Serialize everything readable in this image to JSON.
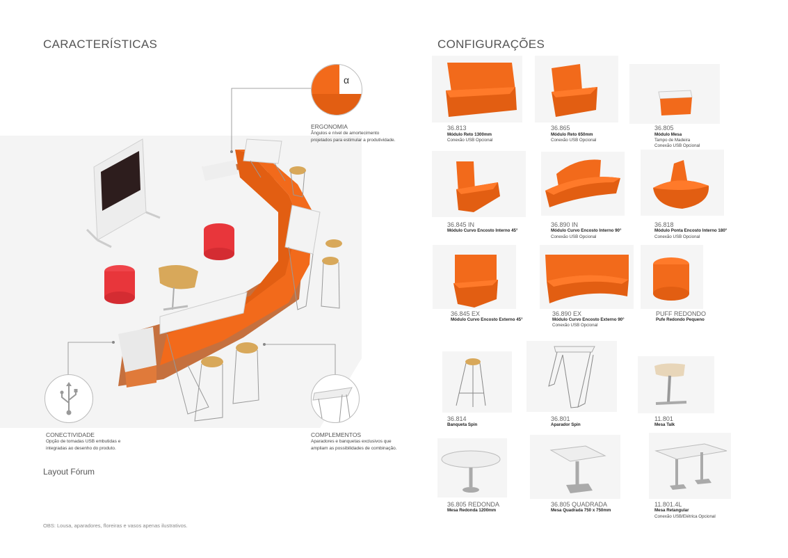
{
  "left": {
    "title": "CARACTERÍSTICAS",
    "ergonomia": {
      "title": "ERGONOMIA",
      "text": "Ângulos e nível de amortecimento projetados para estimular a produtividade.",
      "symbol": "α"
    },
    "conectividade": {
      "title": "CONECTIVIDADE",
      "text": "Opção de tomadas USB embutidas e integradas ao desenho do produto."
    },
    "complementos": {
      "title": "COMPLEMENTOS",
      "text": "Aparadores e banquetas exclusivos que ampliam as possibilidades de combinação."
    },
    "layout_label": "Layout Fórum",
    "obs": "OBS: Lousa, aparadores, floreiras e vasos apenas ilustrativos."
  },
  "right": {
    "title": "CONFIGURAÇÕES",
    "products": [
      {
        "code": "36.813",
        "name": "Módulo Reto 1300mm",
        "note": "Conexão USB Opcional",
        "icon": "straight-sofa-long-icon"
      },
      {
        "code": "36.865",
        "name": "Módulo Reto 650mm",
        "note": "Conexão USB Opcional",
        "icon": "straight-sofa-short-icon"
      },
      {
        "code": "36.805",
        "name": "Módulo Mesa",
        "note": "Tampo de Madeira\nConexão USB Opcional",
        "icon": "table-module-icon"
      },
      {
        "code": "36.845 IN",
        "name": "Módulo Curvo Encosto Interno 45°",
        "note": "",
        "icon": "curved-45-in-icon"
      },
      {
        "code": "36.890 IN",
        "name": "Módulo Curvo Encosto Interno 90°",
        "note": "Conexão USB Opcional",
        "icon": "curved-90-in-icon"
      },
      {
        "code": "36.818",
        "name": "Módulo Ponta Encosto Interno 180°",
        "note": "Conexão USB Opcional",
        "icon": "end-180-icon"
      },
      {
        "code": "36.845 EX",
        "name": "Módulo Curvo Encosto Externo 45°",
        "note": "",
        "icon": "curved-45-ex-icon"
      },
      {
        "code": "36.890 EX",
        "name": "Módulo Curvo Encosto Externo 90°",
        "note": "Conexão USB Opcional",
        "icon": "curved-90-ex-icon"
      },
      {
        "code": "PUFF REDONDO",
        "name": "Pufe Redondo Pequeno",
        "note": "",
        "icon": "round-puff-icon"
      },
      {
        "code": "36.814",
        "name": "Banqueta Spin",
        "note": "",
        "icon": "stool-icon"
      },
      {
        "code": "36.801",
        "name": "Aparador Spin",
        "note": "",
        "icon": "sideboard-icon"
      },
      {
        "code": "11.801",
        "name": "Mesa Talk",
        "note": "",
        "icon": "side-table-icon"
      },
      {
        "code": "36.805 REDONDA",
        "name": "Mesa Redonda 1200mm",
        "note": "",
        "icon": "round-table-icon"
      },
      {
        "code": "36.805 QUADRADA",
        "name": "Mesa Quadrada 750 x 750mm",
        "note": "",
        "icon": "square-table-icon"
      },
      {
        "code": "11.801.4L",
        "name": "Mesa Retangular",
        "note": "Conexão USB/Elétrica Opcional",
        "icon": "rect-table-icon"
      }
    ]
  },
  "colors": {
    "orange": "#f26a1b",
    "orange_dark": "#d9540c",
    "red": "#e8363b",
    "wood": "#d8a85a",
    "line": "#888888"
  }
}
